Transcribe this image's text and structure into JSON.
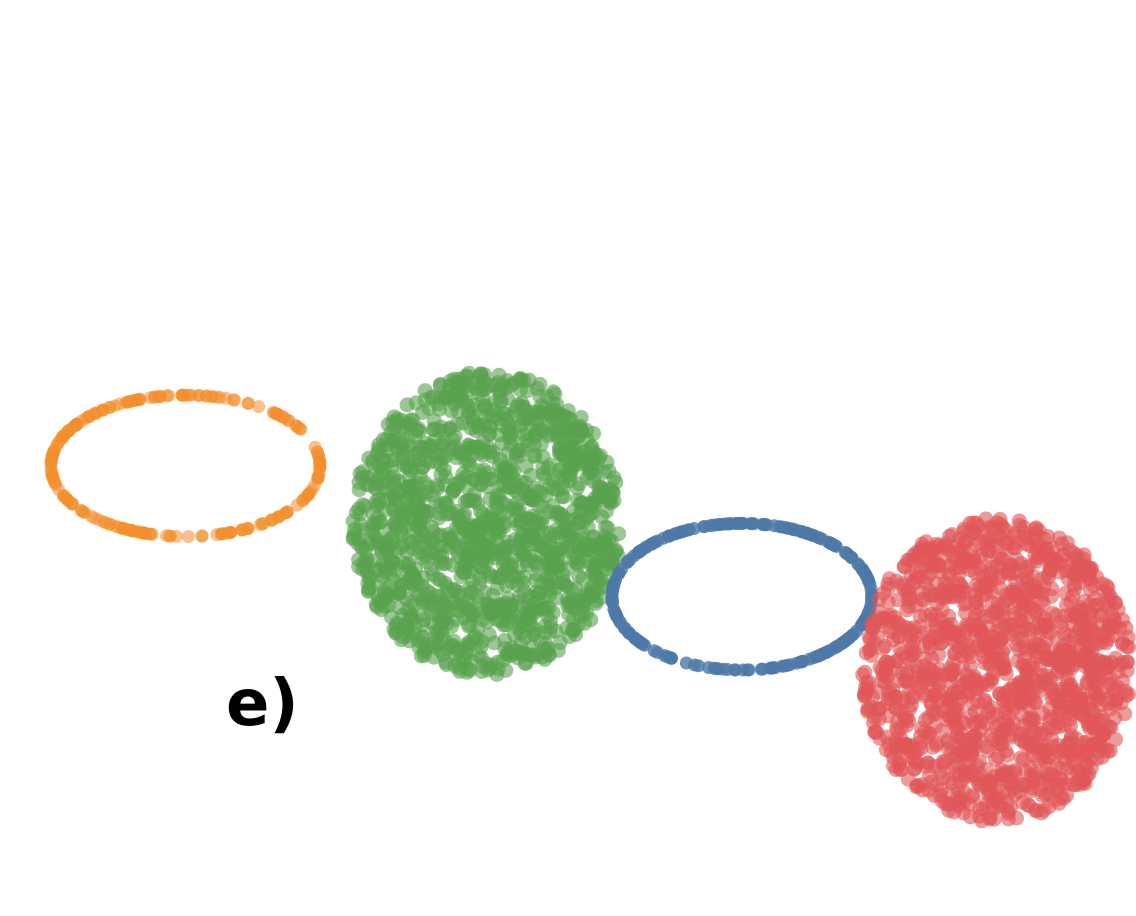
{
  "panel_label": "e)",
  "chart_data": {
    "type": "scatter",
    "title": "",
    "xlabel": "",
    "ylabel": "",
    "axes_visible": false,
    "grid": false,
    "legend": "none",
    "series": [
      {
        "shape": "ring",
        "color": "#f28e2b",
        "center": [
          -1.9,
          0.22
        ],
        "radii": [
          0.58,
          0.27
        ],
        "points": 220,
        "opacity": 0.55
      },
      {
        "shape": "filled-disc",
        "color": "#59a14f",
        "center": [
          -0.6,
          0.0
        ],
        "radius": 0.58,
        "points": 1400,
        "opacity": 0.6
      },
      {
        "shape": "ring",
        "color": "#4e79a7",
        "center": [
          0.5,
          -0.28
        ],
        "radii": [
          0.56,
          0.28
        ],
        "points": 240,
        "opacity": 0.8
      },
      {
        "shape": "filled-disc",
        "color": "#e15759",
        "center": [
          1.6,
          -0.56
        ],
        "radius": 0.58,
        "points": 1400,
        "opacity": 0.6
      }
    ],
    "xlim": [
      -2.7,
      2.2
    ],
    "ylim": [
      -1.5,
      2.0
    ]
  }
}
